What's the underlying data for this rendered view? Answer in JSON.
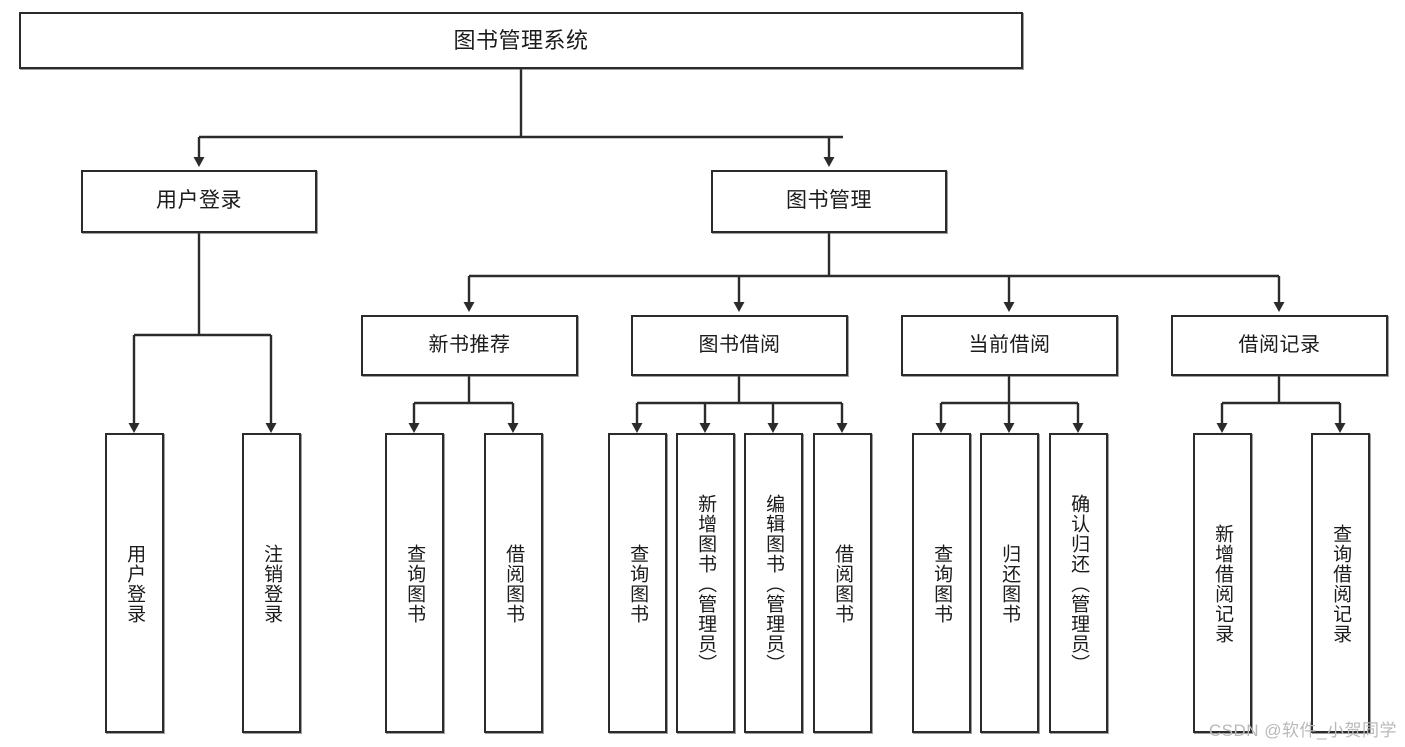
{
  "diagram": {
    "title_node": {
      "label": "图书管理系统"
    },
    "level2": [
      {
        "id": "user-login",
        "label": "用户登录"
      },
      {
        "id": "book-management",
        "label": "图书管理"
      }
    ],
    "level3": [
      {
        "id": "new-book-recommend",
        "label": "新书推荐"
      },
      {
        "id": "book-borrow",
        "label": "图书借阅"
      },
      {
        "id": "current-borrow",
        "label": "当前借阅"
      },
      {
        "id": "borrow-record",
        "label": "借阅记录"
      }
    ],
    "leaves": {
      "user_login": [
        {
          "id": "leaf-user-login",
          "label": "用户登录"
        },
        {
          "id": "leaf-logout",
          "label": "注销登录"
        }
      ],
      "new_book_recommend": [
        {
          "id": "leaf-query-book-1",
          "label": "查询图书"
        },
        {
          "id": "leaf-borrow-book-1",
          "label": "借阅图书"
        }
      ],
      "book_borrow": [
        {
          "id": "leaf-query-book-2",
          "label": "查询图书"
        },
        {
          "id": "leaf-add-book",
          "label": "新增图书（管理员）"
        },
        {
          "id": "leaf-edit-book",
          "label": "编辑图书（管理员）"
        },
        {
          "id": "leaf-borrow-book-2",
          "label": "借阅图书"
        }
      ],
      "current_borrow": [
        {
          "id": "leaf-query-book-3",
          "label": "查询图书"
        },
        {
          "id": "leaf-return-book",
          "label": "归还图书"
        },
        {
          "id": "leaf-confirm-return",
          "label": "确认归还（管理员）"
        }
      ],
      "borrow_record": [
        {
          "id": "leaf-add-record",
          "label": "新增借阅记录"
        },
        {
          "id": "leaf-query-record",
          "label": "查询借阅记录"
        }
      ]
    },
    "watermark": "CSDN @软件_小贺同学",
    "colors": {
      "stroke": "#2b2b2b",
      "box_fill": "#ffffff",
      "text": "#1b1b1b",
      "watermark": "#b9b9b9"
    }
  }
}
